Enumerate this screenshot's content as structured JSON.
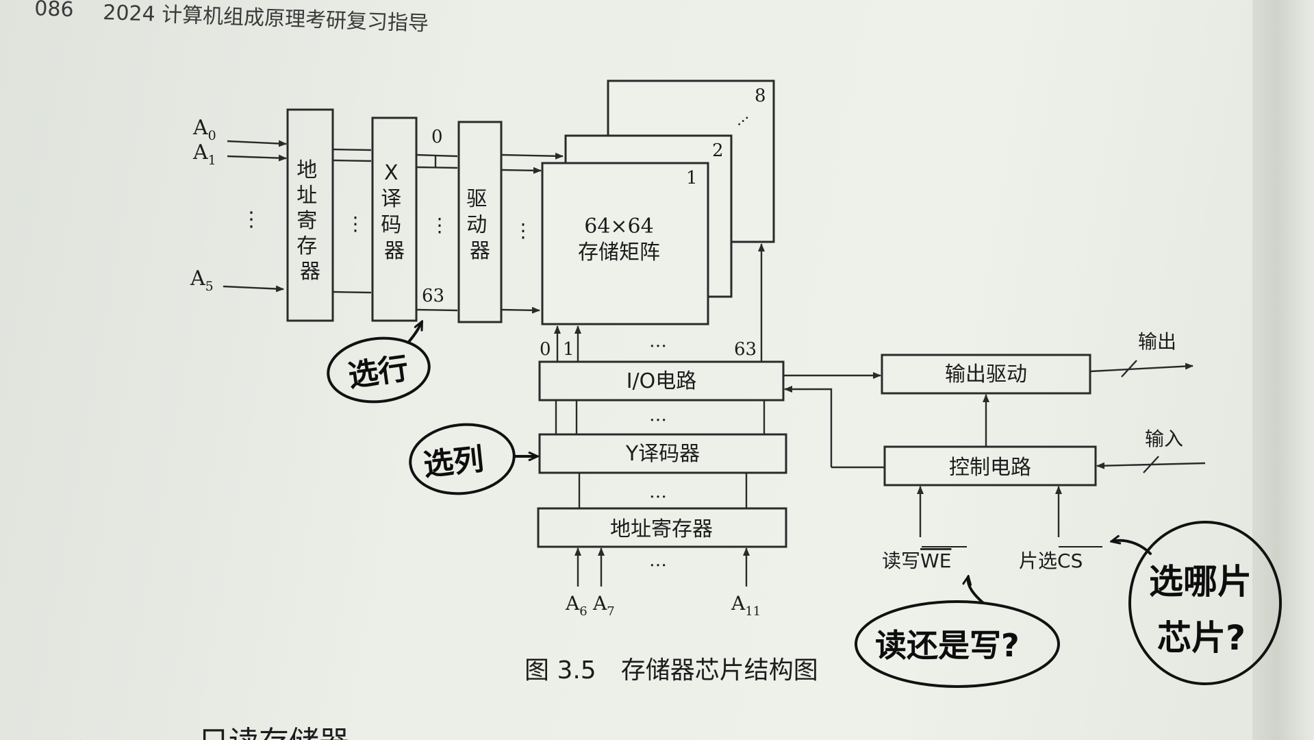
{
  "header": {
    "page_number": "086",
    "book_title": "2024 计算机组成原理考研复习指导"
  },
  "caption": "图 3.5　存储器芯片结构图",
  "bottom_heading": "只读存储器",
  "diagram": {
    "addr_inputs": {
      "a0": "A",
      "a0_sub": "0",
      "a1": "A",
      "a1_sub": "1",
      "a5": "A",
      "a5_sub": "5",
      "dots": "⋮"
    },
    "addr_register_left": [
      "地",
      "址",
      "寄",
      "存",
      "器"
    ],
    "x_decoder": [
      "X",
      "译",
      "码",
      "器"
    ],
    "driver": [
      "驱",
      "动",
      "器"
    ],
    "row_first": "0",
    "row_last": "63",
    "matrix_line1": "64×64",
    "matrix_line2": "存储矩阵",
    "plane_labels": {
      "p1": "1",
      "p2": "2",
      "p8": "8"
    },
    "col_first": "0",
    "col_second": "1",
    "col_last": "63",
    "io_circuit": "I/O电路",
    "y_decoder": "Y译码器",
    "addr_register_bottom": "地址寄存器",
    "bottom_inputs": {
      "a6": "A",
      "a6_sub": "6",
      "a7": "A",
      "a7_sub": "7",
      "a11": "A",
      "a11_sub": "11"
    },
    "output_driver": "输出驱动",
    "control_circuit": "控制电路",
    "output_label": "输出",
    "input_label": "输入",
    "rw_label": "读写",
    "rw_signal": "WE",
    "cs_label": "片选",
    "cs_signal": "CS",
    "ellipsis": "…"
  },
  "annotations": {
    "select_row": "选行",
    "select_col": "选列",
    "read_or_write": "读还是写?",
    "which_chip_line1": "选哪片",
    "which_chip_line2": "芯片?"
  }
}
